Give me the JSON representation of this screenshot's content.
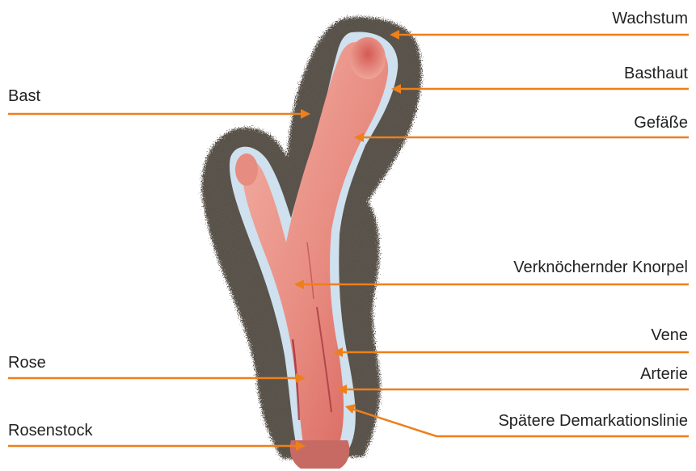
{
  "figure": {
    "colors": {
      "leader_line": "#EE7F1A",
      "fur_dark": "#3f3a33",
      "fur_mid": "#5a5247",
      "fur_light": "#8a8074",
      "antler_pink": "#E98F84",
      "antler_red": "#D7625A",
      "cartilage_blue": "#C9DCEC",
      "background": "#FFFFFF"
    },
    "labels": {
      "wachstum": "Wachstum",
      "basthaut": "Basthaut",
      "bast": "Bast",
      "gefaesse": "Gefäße",
      "knorpel": "Verknöchernder Knorpel",
      "vene": "Vene",
      "rose": "Rose",
      "arterie": "Arterie",
      "demarkation": "Spätere Demarkationslinie",
      "rosenstock": "Rosenstock"
    }
  }
}
